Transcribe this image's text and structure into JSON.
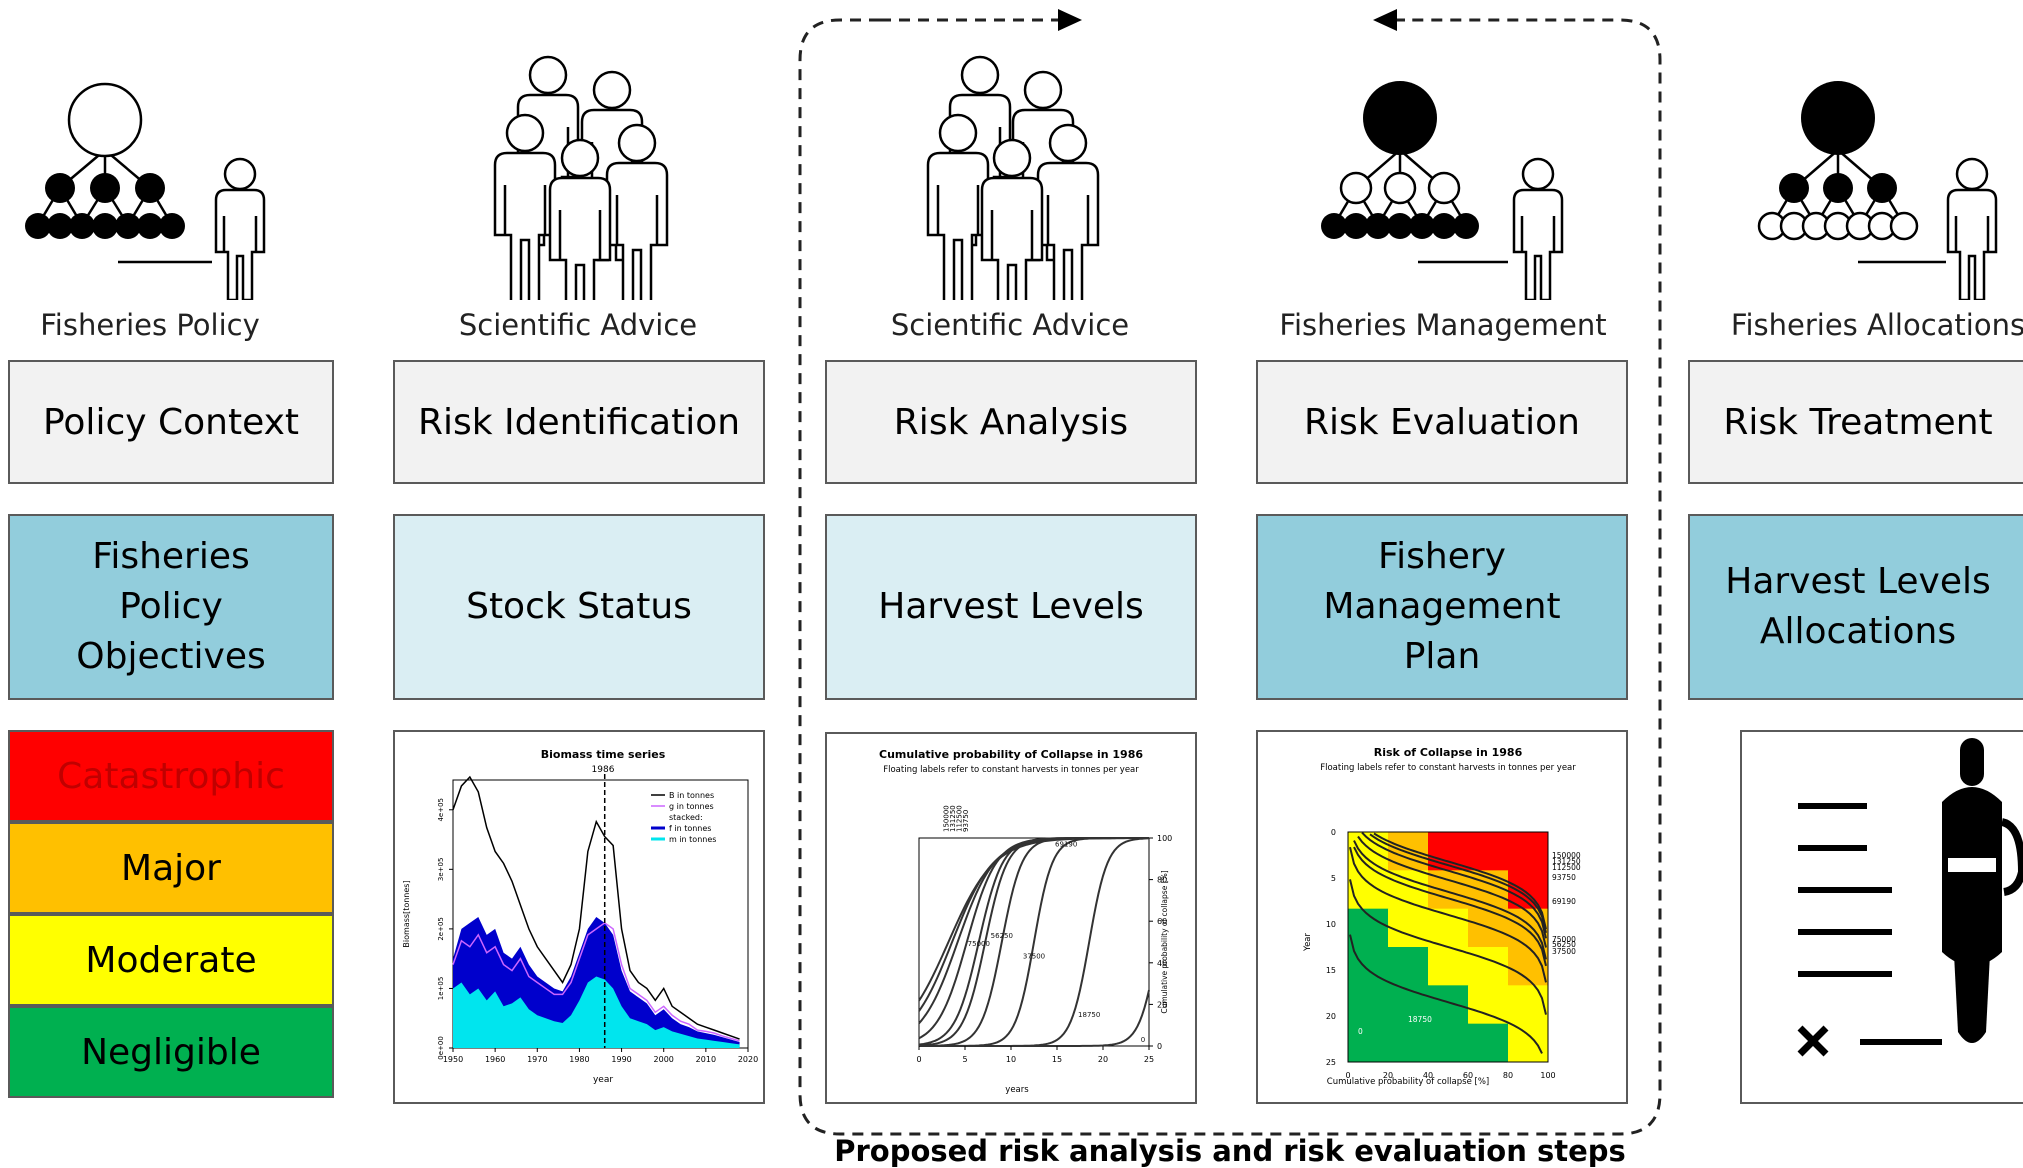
{
  "actors": [
    {
      "label": "Fisheries Policy",
      "icon": "hierarchy-white-top-icon"
    },
    {
      "label": "Scientific Advice",
      "icon": "scientists-group-icon"
    },
    {
      "label": "Scientific Advice",
      "icon": "scientists-group-icon"
    },
    {
      "label": "Fisheries Management",
      "icon": "hierarchy-black-top-icon"
    },
    {
      "label": "Fisheries Allocations",
      "icon": "hierarchy-mixed-icon"
    }
  ],
  "steps": [
    "Policy Context",
    "Risk Identification",
    "Risk Analysis",
    "Risk Evaluation",
    "Risk Treatment"
  ],
  "outputs": [
    "Fisheries Policy Objectives",
    "Stock Status",
    "Harvest Levels",
    "Fishery Management Plan",
    "Harvest Levels Allocations"
  ],
  "consequences": [
    {
      "label": "Catastrophic",
      "color": "#ff0000",
      "text_color": "#c00000"
    },
    {
      "label": "Major",
      "color": "#ffc000",
      "text_color": "#000000"
    },
    {
      "label": "Moderate",
      "color": "#ffff00",
      "text_color": "#000000"
    },
    {
      "label": "Negligible",
      "color": "#00b050",
      "text_color": "#000000"
    }
  ],
  "biomass_chart": {
    "title": "Biomass time series",
    "marker_year": "1986",
    "ylabel": "Biomass[tonnes]",
    "xlabel": "year",
    "yticks": [
      "0e+00",
      "1e+05",
      "2e+05",
      "3e+05",
      "4e+05"
    ],
    "xticks": [
      "1950",
      "1960",
      "1970",
      "1980",
      "1990",
      "2000",
      "2010",
      "2020"
    ],
    "legend": [
      "B in tonnes",
      "g in tonnes",
      "stacked:",
      "f in tonnes",
      "m in tonnes"
    ]
  },
  "cumprob_chart": {
    "title": "Cumulative probability of Collapse in 1986",
    "subtitle": "Floating labels refer to constant harvests in tonnes per year",
    "xlabel": "years",
    "ylabel": "Cumulative probability of collapse [%]",
    "xticks": [
      "0",
      "5",
      "10",
      "15",
      "20",
      "25"
    ],
    "yticks": [
      "0",
      "20",
      "40",
      "60",
      "80",
      "100"
    ],
    "top_labels": [
      "150000",
      "131250",
      "112500",
      "93750"
    ],
    "curve_labels": [
      "69190",
      "37500",
      "18750",
      "0",
      "75000",
      "56250"
    ]
  },
  "risk_chart": {
    "title": "Risk of Collapse in 1986",
    "subtitle": "Floating labels refer to constant harvests in tonnes per year",
    "xlabel": "Cumulative probability of collapse [%]",
    "ylabel": "Year",
    "xticks": [
      "0",
      "20",
      "40",
      "60",
      "80",
      "100"
    ],
    "yticks": [
      "0",
      "5",
      "10",
      "15",
      "20",
      "25"
    ],
    "right_labels": [
      "150000",
      "131250",
      "112500",
      "93750",
      "69190",
      "75000",
      "56250",
      "37500"
    ],
    "inner_labels": [
      "18750",
      "0"
    ]
  },
  "loop": {
    "caption": "Proposed risk analysis and risk evaluation steps"
  },
  "chart_data": [
    {
      "type": "line",
      "title": "Biomass time series",
      "xlabel": "year",
      "ylabel": "Biomass[tonnes]",
      "xlim": [
        1950,
        2020
      ],
      "ylim": [
        0,
        450000
      ],
      "x": [
        1950,
        1952,
        1954,
        1956,
        1958,
        1960,
        1962,
        1964,
        1966,
        1968,
        1970,
        1972,
        1974,
        1976,
        1978,
        1980,
        1982,
        1984,
        1986,
        1988,
        1990,
        1992,
        1994,
        1996,
        1998,
        2000,
        2002,
        2004,
        2006,
        2008,
        2010,
        2012,
        2014,
        2016,
        2018
      ],
      "series": [
        {
          "name": "B in tonnes",
          "color": "#000000",
          "values": [
            400000,
            440000,
            455000,
            430000,
            370000,
            330000,
            310000,
            280000,
            240000,
            200000,
            170000,
            150000,
            130000,
            110000,
            140000,
            200000,
            330000,
            380000,
            355000,
            340000,
            200000,
            130000,
            110000,
            100000,
            80000,
            100000,
            70000,
            60000,
            50000,
            40000,
            35000,
            30000,
            25000,
            20000,
            15000
          ]
        },
        {
          "name": "g in tonnes",
          "color": "#cc66ff",
          "values": [
            140000,
            180000,
            170000,
            190000,
            160000,
            170000,
            140000,
            130000,
            150000,
            120000,
            110000,
            100000,
            90000,
            90000,
            110000,
            150000,
            190000,
            200000,
            210000,
            200000,
            140000,
            100000,
            90000,
            80000,
            60000,
            70000,
            55000,
            45000,
            40000,
            30000,
            28000,
            25000,
            20000,
            16000,
            12000
          ]
        },
        {
          "name": "f in tonnes",
          "color": "#0000cc",
          "values": [
            150000,
            200000,
            210000,
            220000,
            190000,
            200000,
            160000,
            150000,
            170000,
            140000,
            120000,
            110000,
            100000,
            95000,
            120000,
            160000,
            200000,
            220000,
            210000,
            190000,
            130000,
            95000,
            85000,
            75000,
            55000,
            65000,
            50000,
            40000,
            35000,
            28000,
            25000,
            22000,
            18000,
            14000,
            10000
          ]
        },
        {
          "name": "m in tonnes",
          "color": "#00e5ee",
          "values": [
            100000,
            110000,
            90000,
            100000,
            80000,
            95000,
            70000,
            75000,
            85000,
            65000,
            55000,
            50000,
            45000,
            42000,
            55000,
            80000,
            110000,
            120000,
            115000,
            100000,
            70000,
            50000,
            45000,
            40000,
            30000,
            35000,
            28000,
            24000,
            20000,
            16000,
            14000,
            12000,
            10000,
            8000,
            6000
          ]
        }
      ]
    },
    {
      "type": "line",
      "title": "Cumulative probability of Collapse in 1986",
      "xlabel": "years",
      "ylabel": "Cumulative probability of collapse [%]",
      "xlim": [
        0,
        25
      ],
      "ylim": [
        0,
        100
      ],
      "series": [
        {
          "name": "150000",
          "midpoint": 3.2,
          "steepness": 5
        },
        {
          "name": "131250",
          "midpoint": 3.6,
          "steepness": 4.5
        },
        {
          "name": "112500",
          "midpoint": 4.2,
          "steepness": 4
        },
        {
          "name": "93750",
          "midpoint": 5.2,
          "steepness": 3.2
        },
        {
          "name": "75000",
          "midpoint": 6.5,
          "steepness": 2.6
        },
        {
          "name": "69190",
          "midpoint": 7.2,
          "steepness": 2.4
        },
        {
          "name": "56250",
          "midpoint": 9,
          "steepness": 2.2
        },
        {
          "name": "37500",
          "midpoint": 12.5,
          "steepness": 2
        },
        {
          "name": "18750",
          "midpoint": 18.5,
          "steepness": 2
        },
        {
          "name": "0",
          "midpoint": 26,
          "steepness": 2
        }
      ]
    },
    {
      "type": "heatmap",
      "title": "Risk of Collapse in 1986",
      "xlabel": "Cumulative probability of collapse [%]",
      "ylabel": "Year",
      "xlim": [
        0,
        100
      ],
      "ylim": [
        0,
        25
      ],
      "colors": {
        "negligible": "#00b050",
        "moderate": "#ffff00",
        "major": "#ffc000",
        "catastrophic": "#ff0000"
      },
      "rows": [
        [
          "moderate",
          "major",
          "catastrophic",
          "catastrophic",
          "catastrophic"
        ],
        [
          "moderate",
          "moderate",
          "major",
          "major",
          "catastrophic"
        ],
        [
          "negligible",
          "moderate",
          "moderate",
          "major",
          "major"
        ],
        [
          "negligible",
          "negligible",
          "moderate",
          "moderate",
          "major"
        ],
        [
          "negligible",
          "negligible",
          "negligible",
          "moderate",
          "moderate"
        ],
        [
          "negligible",
          "negligible",
          "negligible",
          "negligible",
          "moderate"
        ]
      ]
    }
  ]
}
